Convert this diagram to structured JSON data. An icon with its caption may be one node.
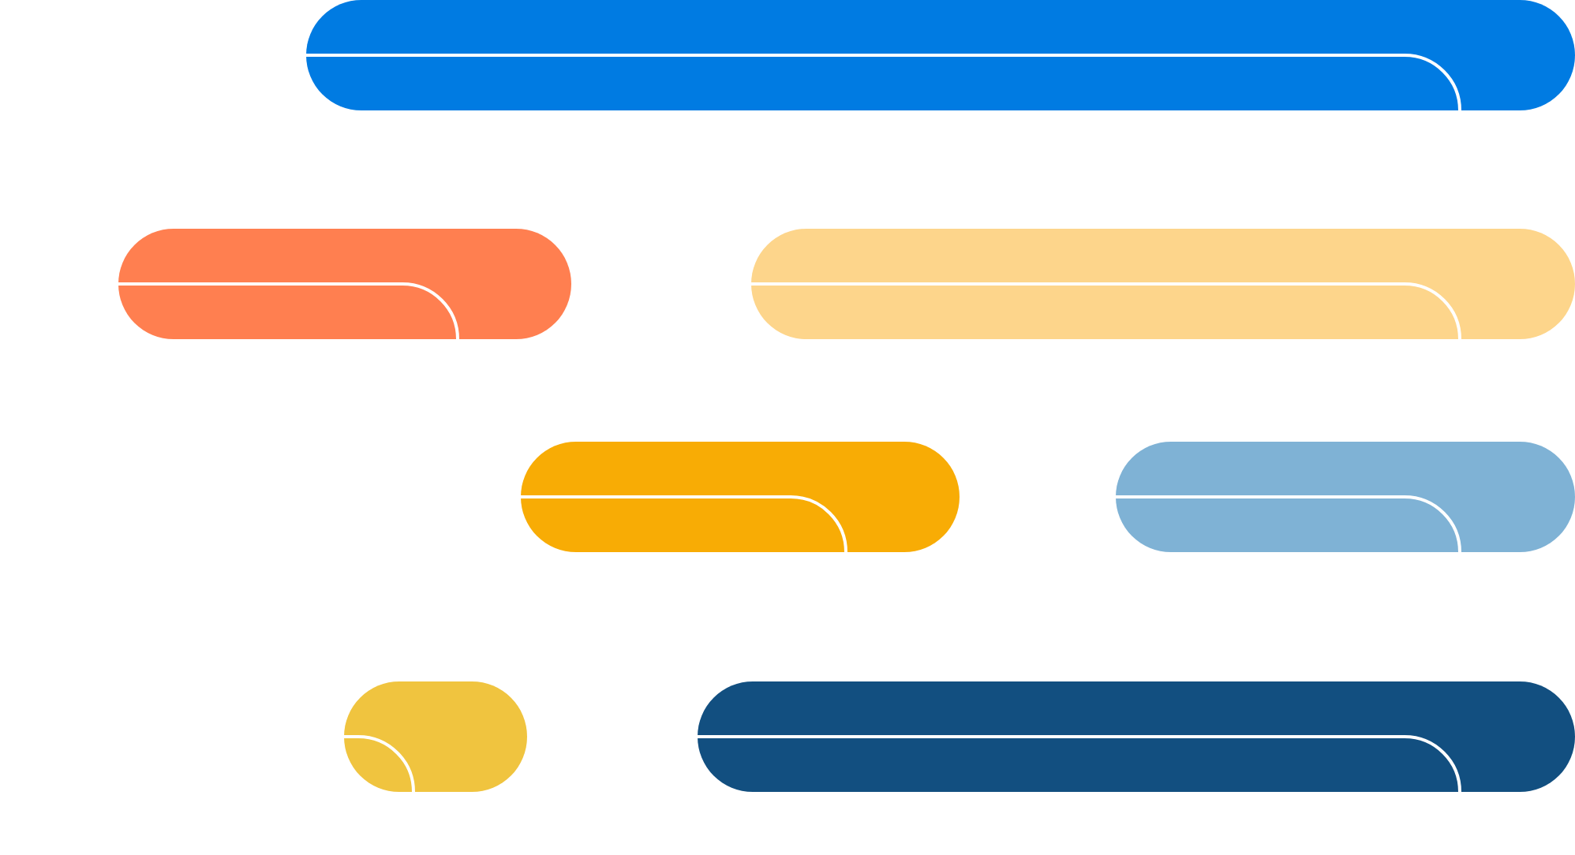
{
  "diagram": {
    "nodes": [
      {
        "text": [],
        "shape": "bar"
      },
      {
        "text": [],
        "shape": "bar"
      },
      {
        "text": [],
        "shape": "bar"
      },
      {
        "text": [],
        "shape": "bar"
      },
      {
        "text": [],
        "shape": "bar"
      },
      {
        "text": [],
        "shape": "bar"
      },
      {
        "text": [],
        "shape": "bar"
      }
    ]
  }
}
